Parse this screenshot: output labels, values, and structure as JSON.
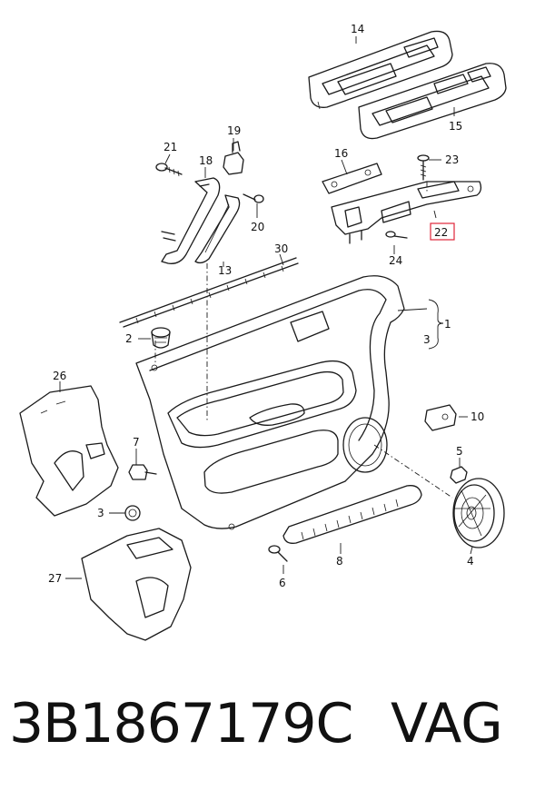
{
  "footer": {
    "part_number": "3B1867179C",
    "brand": "VAG"
  },
  "callouts": [
    "14",
    "15",
    "16",
    "23",
    "22",
    "24",
    "19",
    "21",
    "18",
    "20",
    "13",
    "30",
    "1",
    "3",
    "2",
    "26",
    "10",
    "7",
    "5",
    "3",
    "4",
    "8",
    "6",
    "27"
  ],
  "highlight_color": "#e0243a"
}
